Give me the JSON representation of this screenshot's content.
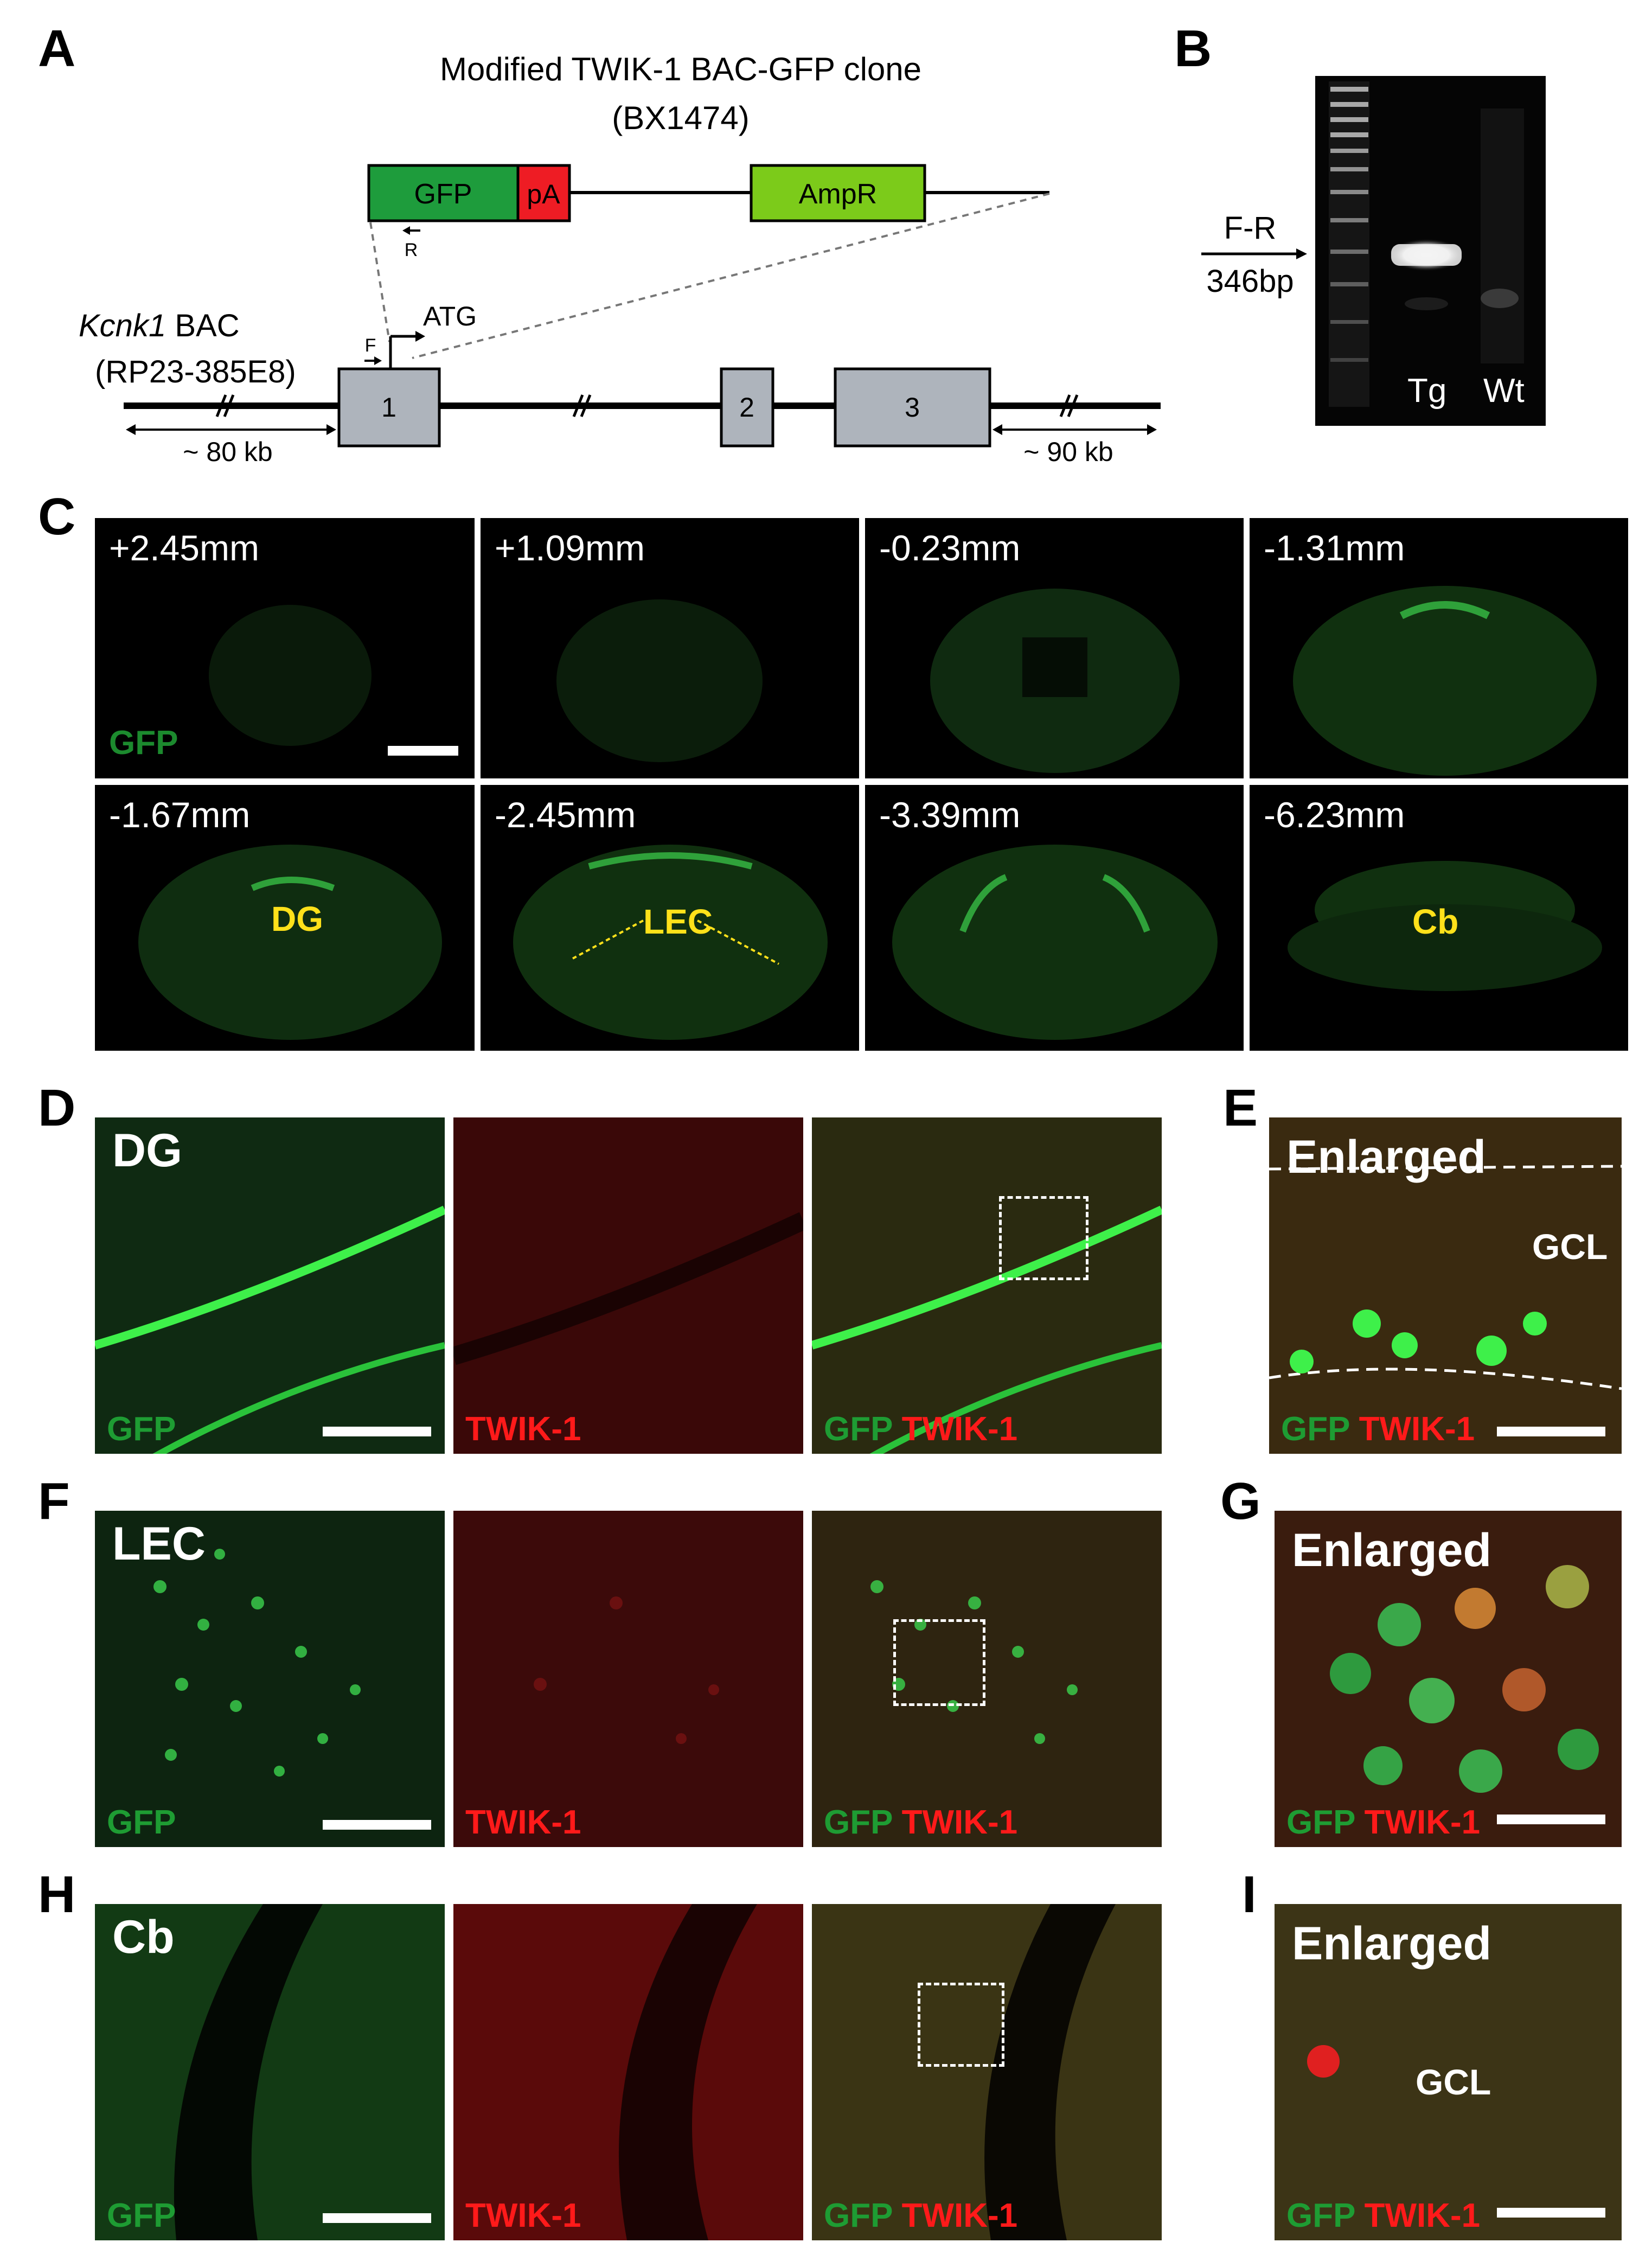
{
  "panels": {
    "A": "A",
    "B": "B",
    "C": "C",
    "D": "D",
    "E": "E",
    "F": "F",
    "G": "G",
    "H": "H",
    "I": "I"
  },
  "panel_a": {
    "title_line1": "Modified TWIK-1 BAC-GFP clone",
    "title_line2": "(BX1474)",
    "gfp": "GFP",
    "pa": "pA",
    "ampr": "AmpR",
    "primer_r": "R",
    "primer_f": "F",
    "atg": "ATG",
    "bac_gene": "Kcnk1",
    "bac_word": " BAC",
    "bac_clone": "(RP23-385E8)",
    "exon1": "1",
    "exon2": "2",
    "exon3": "3",
    "left_dist": "~ 80 kb",
    "right_dist": "~ 90 kb",
    "colors": {
      "gfp": "#1e9c3c",
      "pa": "#ee1c24",
      "ampr": "#7ccb1a",
      "exon": "#aeb4bc"
    }
  },
  "panel_b": {
    "band_label": "F-R",
    "band_size": "346bp",
    "lane_tg": "Tg",
    "lane_wt": "Wt"
  },
  "panel_c": {
    "channel": "GFP",
    "sections": [
      "+2.45mm",
      "+1.09mm",
      "-0.23mm",
      "-1.31mm",
      "-1.67mm",
      "-2.45mm",
      "-3.39mm",
      "-6.23mm"
    ],
    "region_dg": "DG",
    "region_lec": "LEC",
    "region_cb": "Cb"
  },
  "panel_d": {
    "region": "DG",
    "gfp": "GFP",
    "twik": "TWIK-1"
  },
  "panel_e": {
    "title": "Enlarged",
    "gcl": "GCL",
    "gfp": "GFP",
    "twik": "TWIK-1"
  },
  "panel_f": {
    "region": "LEC",
    "gfp": "GFP",
    "twik": "TWIK-1"
  },
  "panel_g": {
    "title": "Enlarged",
    "gfp": "GFP",
    "twik": "TWIK-1"
  },
  "panel_h": {
    "region": "Cb",
    "gfp": "GFP",
    "twik": "TWIK-1"
  },
  "panel_i": {
    "title": "Enlarged",
    "gcl": "GCL",
    "gfp": "GFP",
    "twik": "TWIK-1"
  }
}
